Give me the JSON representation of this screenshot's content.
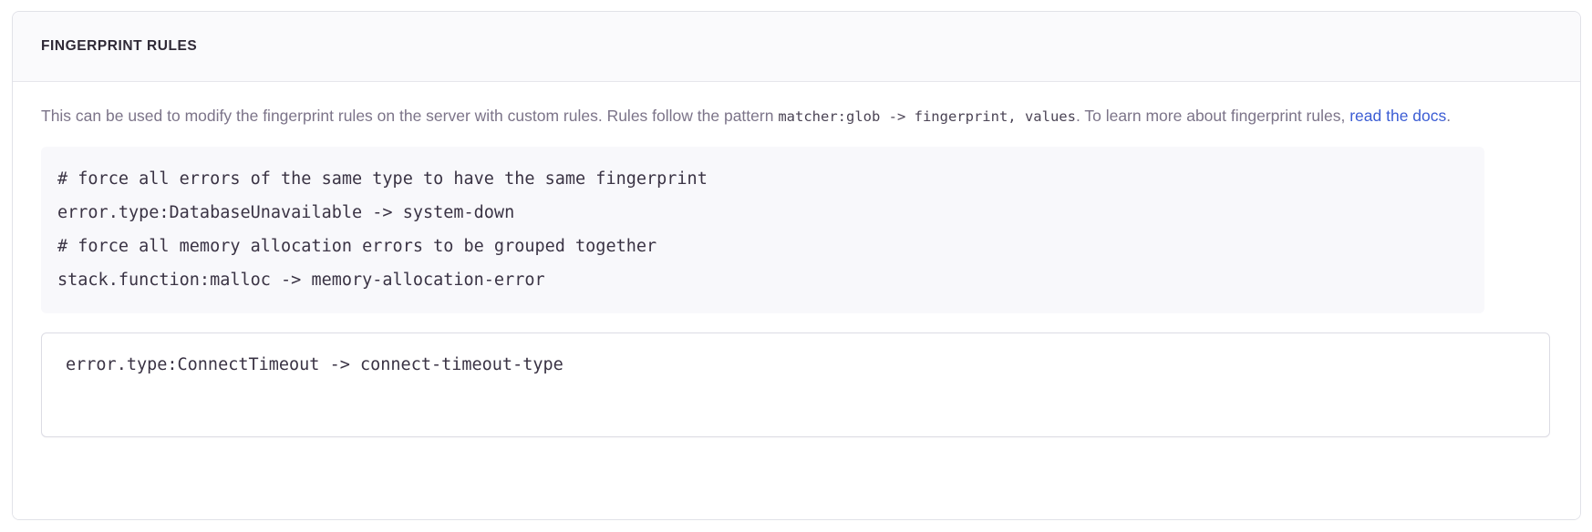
{
  "card": {
    "title": "FINGERPRINT RULES",
    "description": {
      "part1": "This can be used to modify the fingerprint rules on the server with custom rules. Rules follow the pattern",
      "code1": "matcher:glob -> fingerprint, values",
      "part2": ". To learn more about fingerprint rules,",
      "link_label": "read the docs",
      "part3": "."
    },
    "example_code": "# force all errors of the same type to have the same fingerprint\nerror.type:DatabaseUnavailable -> system-down\n# force all memory allocation errors to be grouped together\nstack.function:malloc -> memory-allocation-error",
    "rules_input": {
      "value": "error.type:ConnectTimeout -> connect-timeout-type",
      "placeholder": "error.type:ConnectTimeout -> connect-timeout-type"
    }
  },
  "colors": {
    "link": "#3c5dd4",
    "title": "#2f2936",
    "muted_text": "#7c7489",
    "code_bg": "#f8f8fb",
    "card_border": "#e1e2e8",
    "header_bg": "#fafafc"
  }
}
